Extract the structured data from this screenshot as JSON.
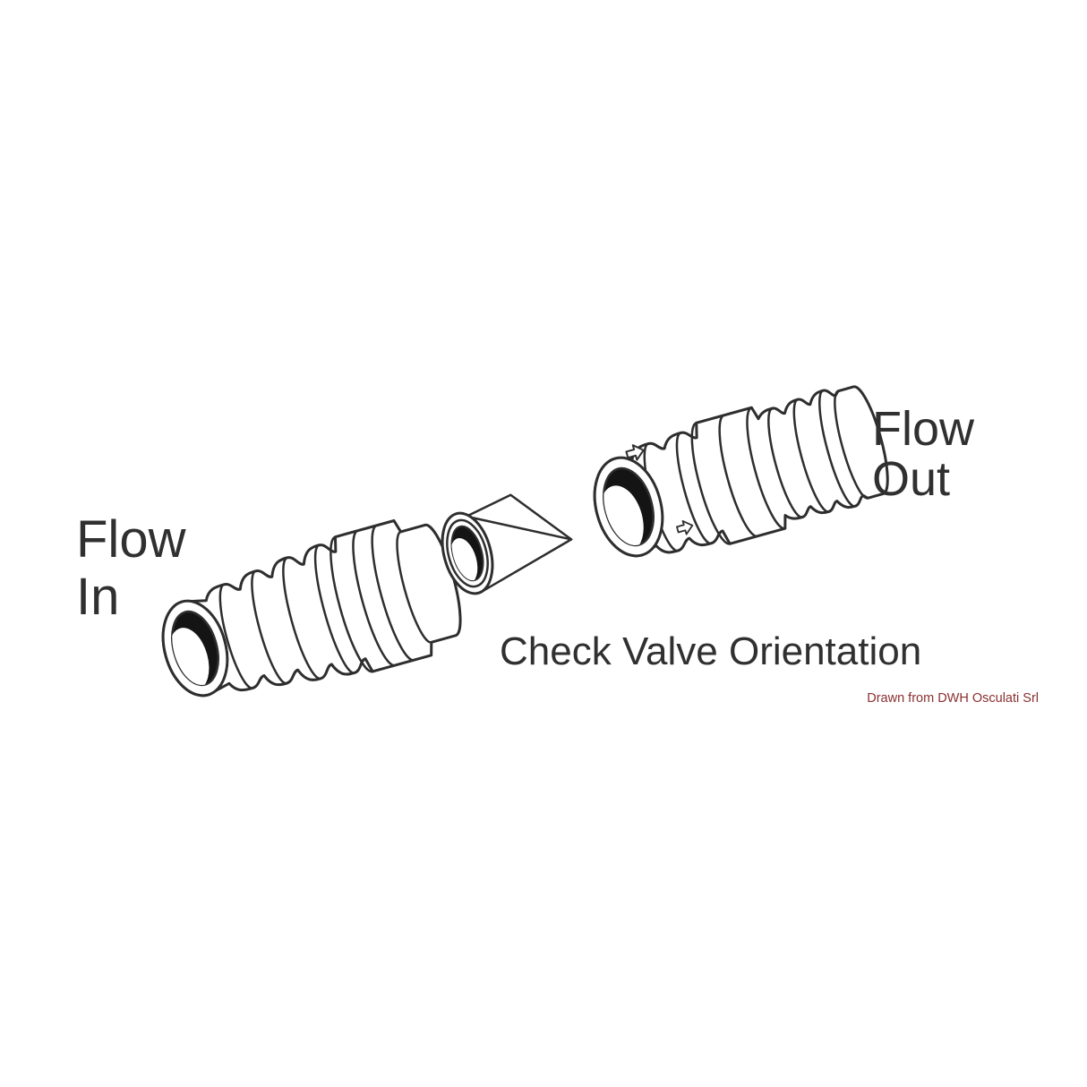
{
  "page": {
    "background": "#ffffff"
  },
  "colors": {
    "line": "#2e2e2e",
    "text": "#303030",
    "credit": "#8b2f2f",
    "bore": "#141414",
    "fill": "#ffffff"
  },
  "labels": {
    "flow_in_line1": "Flow",
    "flow_in_line2": "In",
    "flow_out_line1": "Flow",
    "flow_out_line2": "Out",
    "caption": "Check Valve Orientation",
    "credit": "Drawn from DWH Osculati Srl"
  },
  "parts": [
    {
      "name": "inlet-hose-connector"
    },
    {
      "name": "check-valve-cone"
    },
    {
      "name": "outlet-hose-connector"
    }
  ]
}
